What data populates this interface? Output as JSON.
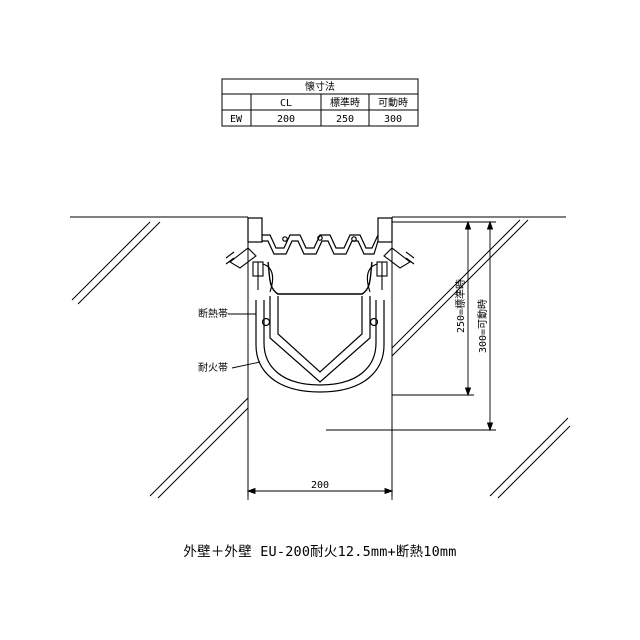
{
  "table": {
    "title": "懐寸法",
    "headers": [
      "CL",
      "標準時",
      "可動時"
    ],
    "row": {
      "label": "EW",
      "values": [
        "200",
        "250",
        "300"
      ]
    }
  },
  "labels": {
    "insulation": "断熱帯",
    "fire": "耐火帯",
    "dim_width": "200",
    "dim_standard": "250=標準時",
    "dim_movable": "300=可動時"
  },
  "caption": "外壁＋外壁 EU-200耐火12.5mm+断熱10mm"
}
